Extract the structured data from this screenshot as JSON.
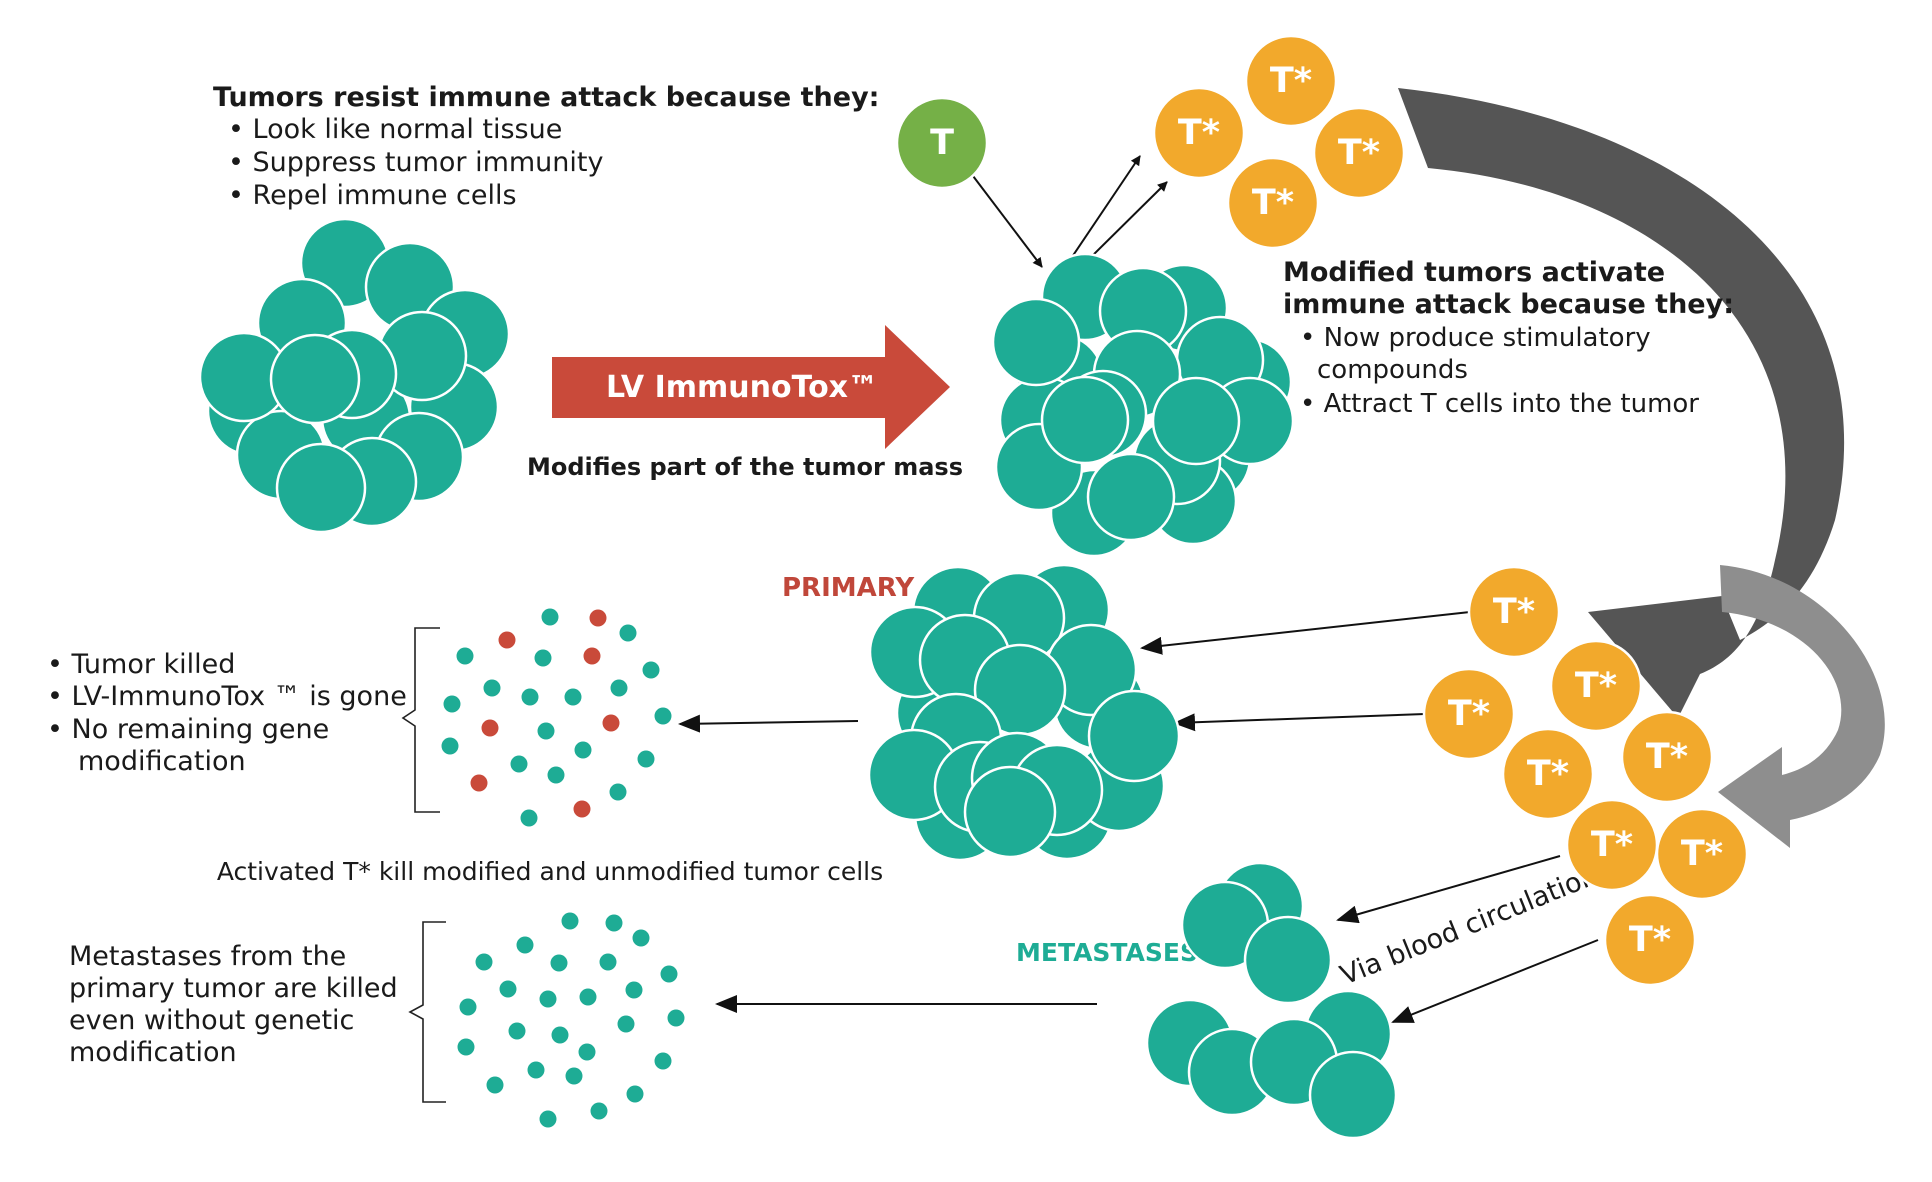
{
  "colors": {
    "teal": "#1EAC95",
    "red": "#C94A3A",
    "orange": "#F2A92C",
    "green": "#75B047",
    "grey_dark": "#555555",
    "grey_light": "#8E8E8E",
    "text": "#1a1a1a",
    "primary_label": "#C0473A",
    "metastases_label": "#1EAC95"
  },
  "top_left": {
    "heading": "Tumors resist immune attack because they:",
    "bullets": [
      "Look like normal tissue",
      "Suppress tumor immunity",
      "Repel immune cells"
    ]
  },
  "treatment": {
    "arrow_label": "LV ImmunoTox™",
    "caption": "Modifies part of the tumor mass"
  },
  "top_right": {
    "heading_line1": "Modified tumors activate",
    "heading_line2": "immune attack because they:",
    "bullet1_line1": "Now produce stimulatory",
    "bullet1_line2": "compounds",
    "bullet2": "Attract T cells into the tumor"
  },
  "cells": {
    "naive_t": "T",
    "activated_t": "T*"
  },
  "primary": {
    "label": "PRIMARY",
    "outcome_bullet1": "Tumor killed",
    "outcome_bullet2": "LV-ImmunoTox ™ is gone",
    "outcome_bullet3_line1": "No remaining gene",
    "outcome_bullet3_line2": "modification"
  },
  "middle_caption": "Activated T* kill modified and unmodified tumor cells",
  "metastases": {
    "label": "METASTASES",
    "route_label": "Via blood circulation",
    "outcome_line1": "Metastases from the",
    "outcome_line2": "primary tumor are killed",
    "outcome_line3": "even without genetic",
    "outcome_line4": "modification"
  }
}
